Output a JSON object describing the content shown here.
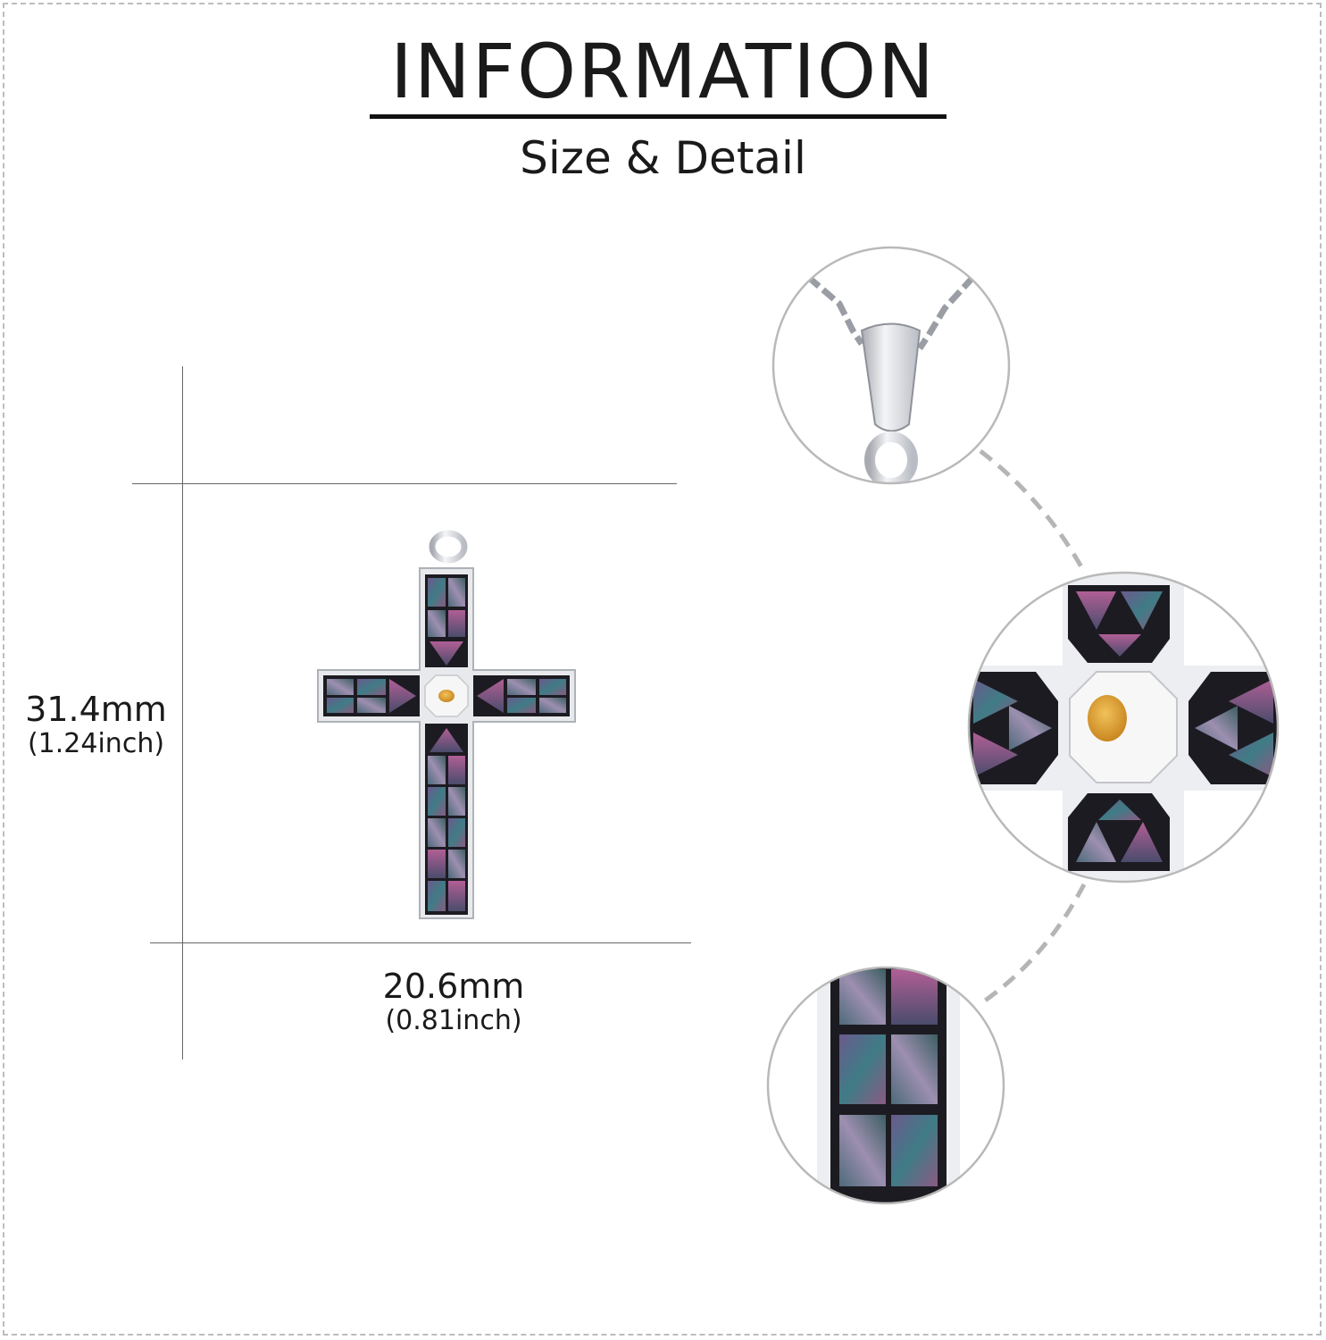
{
  "header": {
    "title": "INFORMATION",
    "subtitle": "Size & Detail"
  },
  "dimensions": {
    "height_mm": "31.4mm",
    "height_inch": "(1.24inch)",
    "width_mm": "20.6mm",
    "width_inch": "(0.81inch)"
  },
  "colors": {
    "silver": "#d9dbe0",
    "inlay_dark": "#1d1b22",
    "mustard_seed": "#e0a030",
    "dash_connector": "#b5b5b5"
  },
  "icons": [
    "cross-pendant-icon",
    "bail-detail-icon",
    "center-detail-icon",
    "inlay-detail-icon"
  ]
}
